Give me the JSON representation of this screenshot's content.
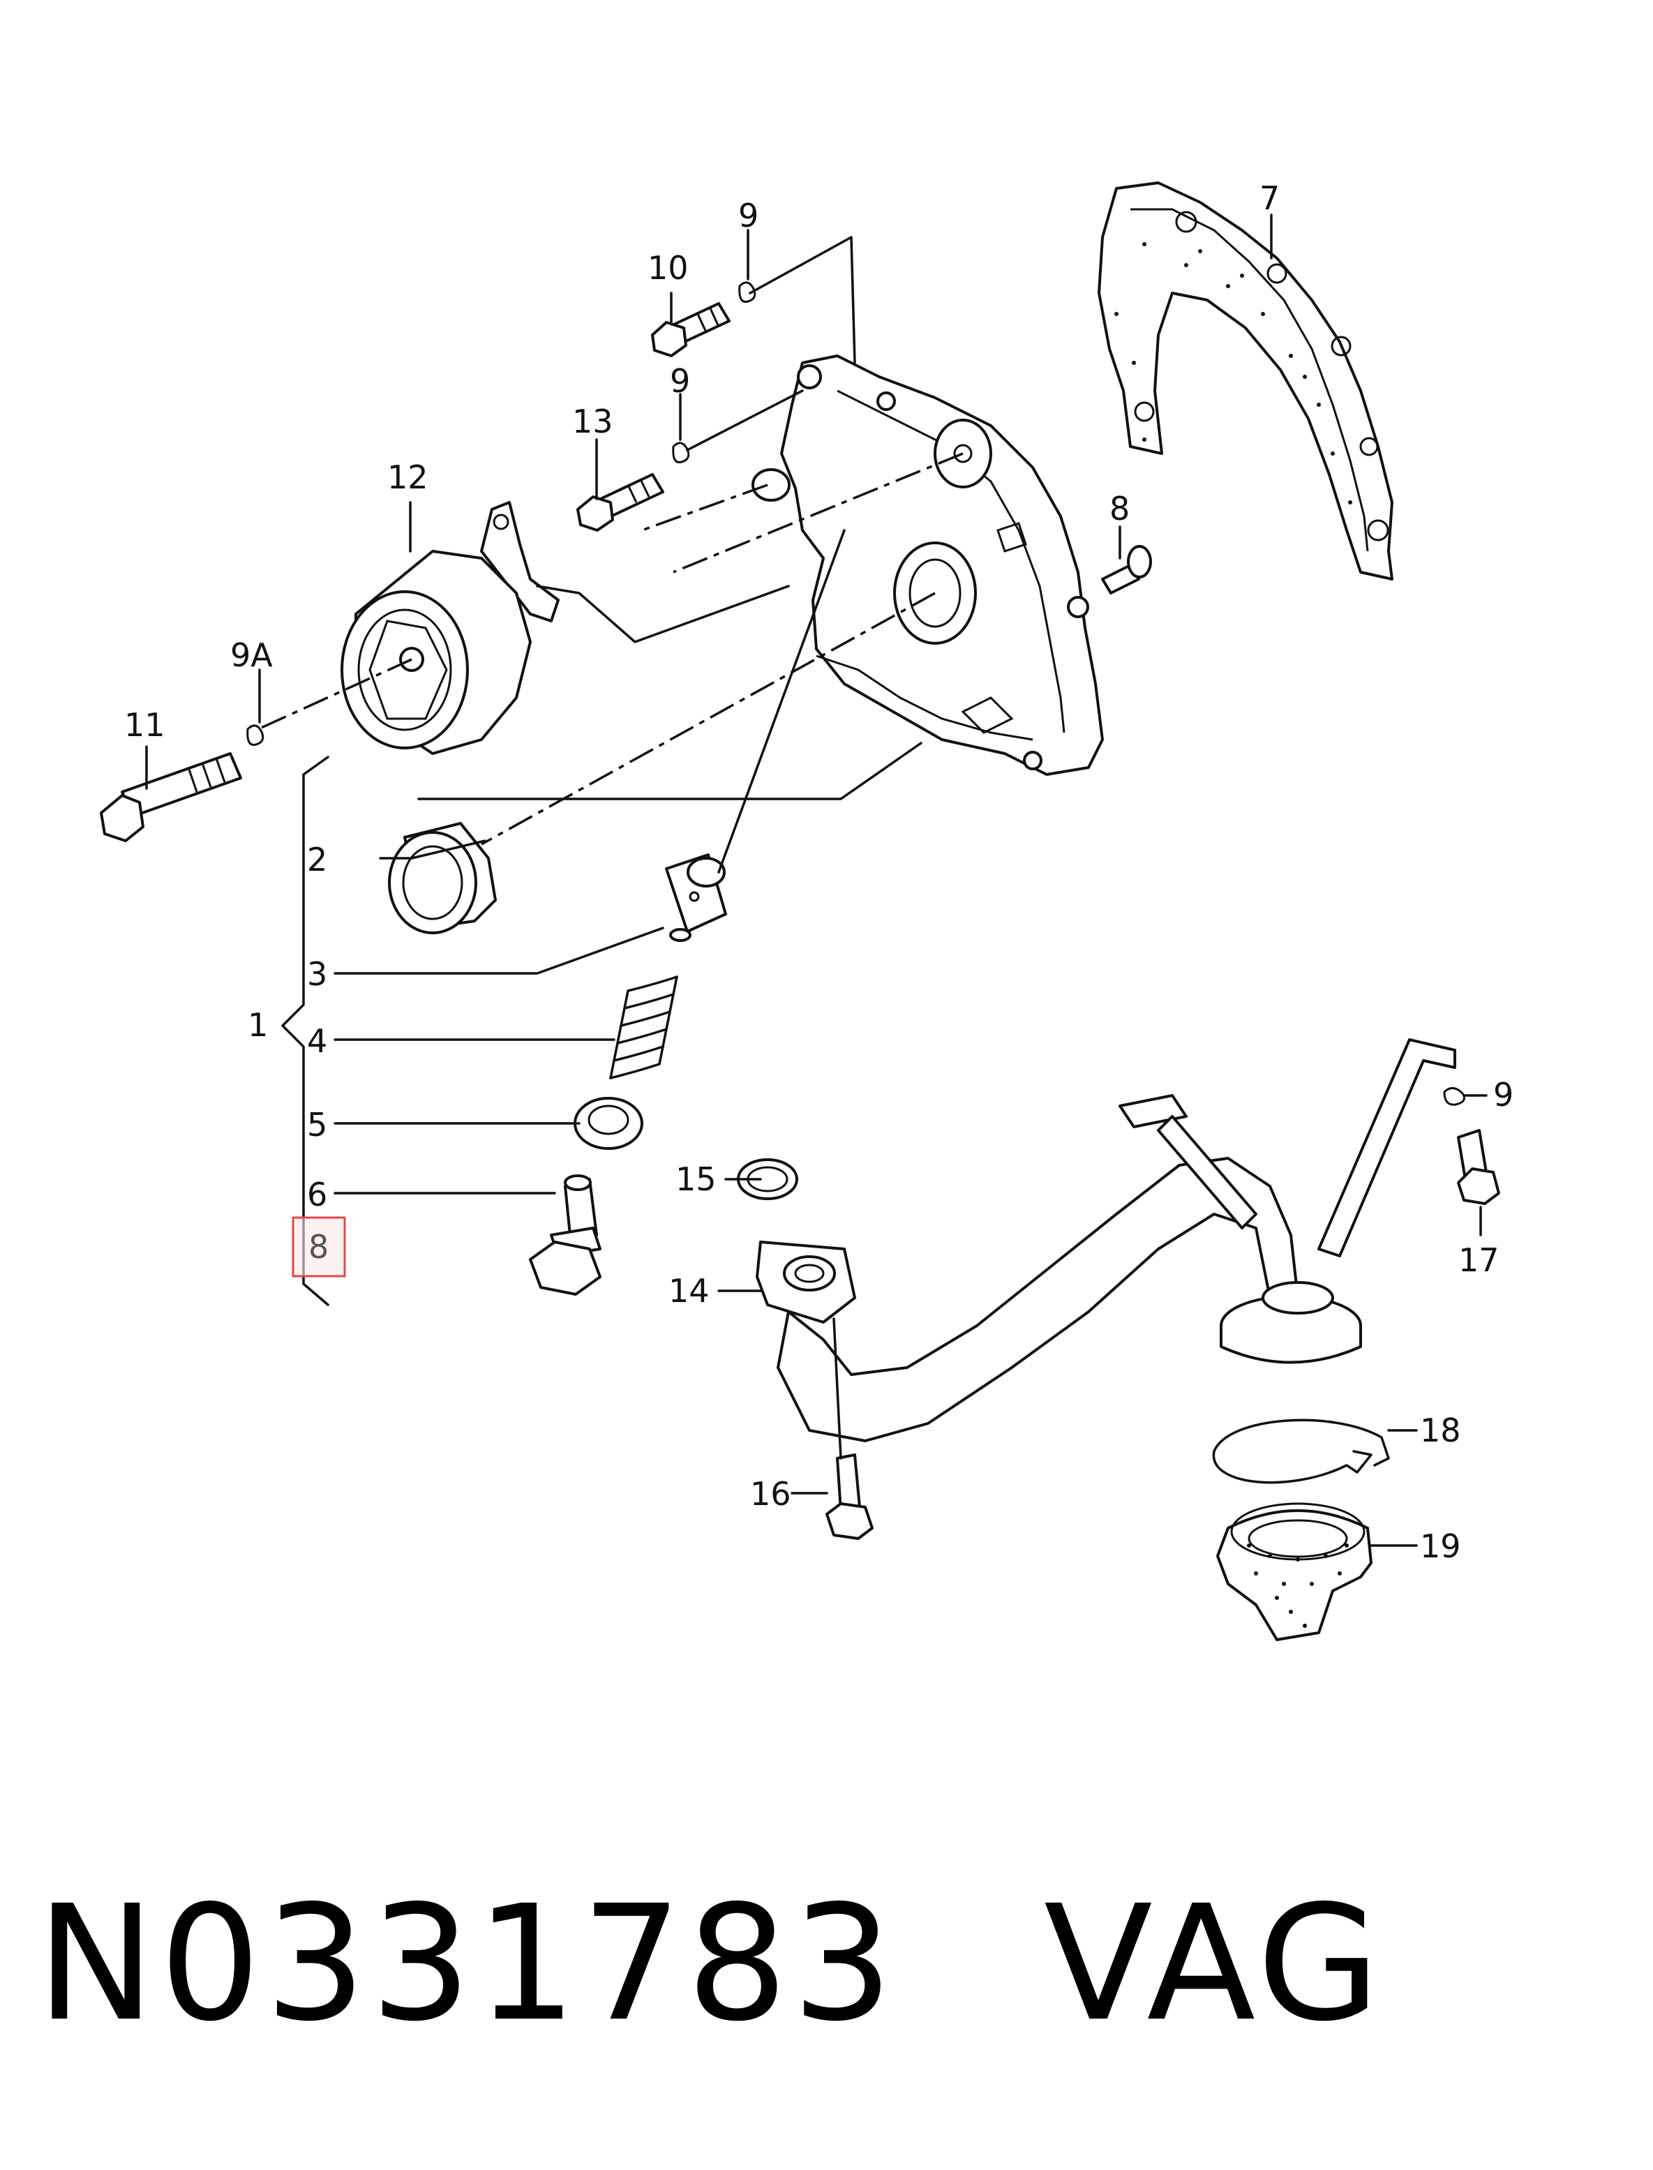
{
  "callouts": {
    "c1": "1",
    "c2": "2",
    "c3": "3",
    "c4": "4",
    "c5": "5",
    "c6": "6",
    "c7": "7",
    "c8_top": "8",
    "c8_highlight": "8",
    "c9_top": "9",
    "c9_mid": "9",
    "c9A": "9A",
    "c9_right": "9",
    "c10": "10",
    "c11": "11",
    "c12": "12",
    "c13": "13",
    "c14": "14",
    "c15": "15",
    "c16": "16",
    "c17": "17",
    "c18": "18",
    "c19": "19"
  },
  "highlight": {
    "color": "#e0474c"
  },
  "caption": {
    "part_number": "N0331783",
    "brand": "VAG"
  }
}
